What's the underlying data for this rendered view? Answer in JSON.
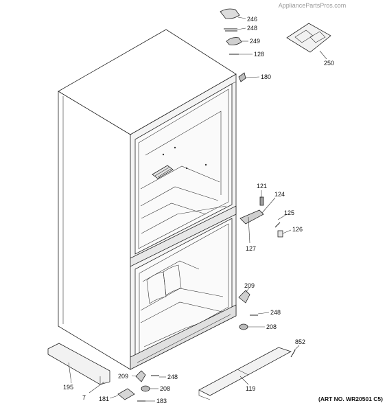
{
  "watermark": "AppliancePartsPros.com",
  "art_number": "(ART NO. WR20501 C5)",
  "callouts": {
    "c246": "246",
    "c248a": "248",
    "c249": "249",
    "c128": "128",
    "c250": "250",
    "c180": "180",
    "c121": "121",
    "c124": "124",
    "c125": "125",
    "c126": "126",
    "c127": "127",
    "c209a": "209",
    "c248b": "248",
    "c208a": "208",
    "c852": "852",
    "c195": "195",
    "c209b": "209",
    "c248c": "248",
    "c208b": "208",
    "c119": "119",
    "c7": "7",
    "c181": "181",
    "c183": "183"
  }
}
